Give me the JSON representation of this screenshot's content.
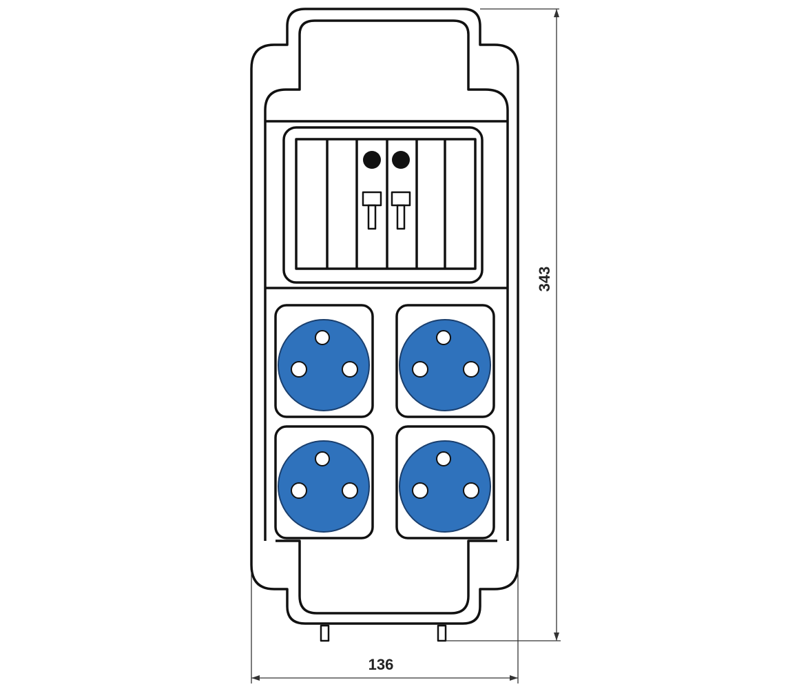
{
  "dimensions": {
    "height_label": "343",
    "width_label": "136"
  },
  "colors": {
    "socket_blue": "#2f72bc",
    "outline": "#111111"
  },
  "breaker_panel": {
    "module_count": 6,
    "breaker_count": 2
  },
  "sockets": {
    "count": 4
  }
}
